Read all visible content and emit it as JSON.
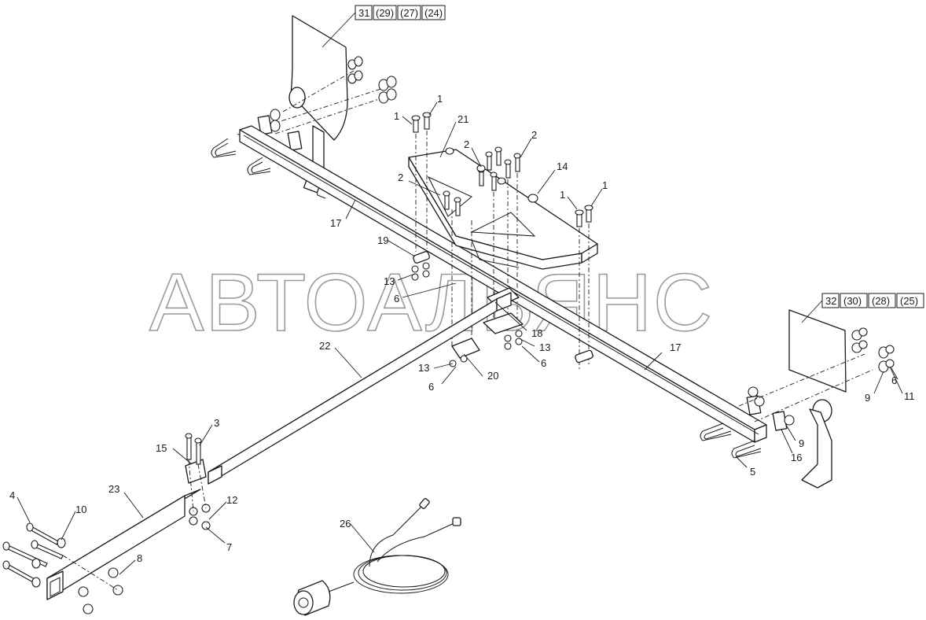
{
  "watermark": "АВТОАЛЬЯНС",
  "refboxes": {
    "left": [
      "31",
      "(29)",
      "(27)",
      "(24)"
    ],
    "right": [
      "32",
      "(30)",
      "(28)",
      "(25)"
    ]
  },
  "callouts": {
    "c1a": "1",
    "c1b": "1",
    "c1c": "1",
    "c1d": "1",
    "c2a": "2",
    "c2b": "2",
    "c2c": "2",
    "c3": "3",
    "c4": "4",
    "c5": "5",
    "c6a": "6",
    "c6b": "6",
    "c6c": "6",
    "c6d": "6",
    "c7": "7",
    "c8": "8",
    "c9a": "9",
    "c9b": "9",
    "c10": "10",
    "c11": "11",
    "c12": "12",
    "c13a": "13",
    "c13b": "13",
    "c13c": "13",
    "c14": "14",
    "c15": "15",
    "c16": "16",
    "c17a": "17",
    "c17b": "17",
    "c18": "18",
    "c19": "19",
    "c20": "20",
    "c21": "21",
    "c22": "22",
    "c23": "23",
    "c26": "26"
  }
}
